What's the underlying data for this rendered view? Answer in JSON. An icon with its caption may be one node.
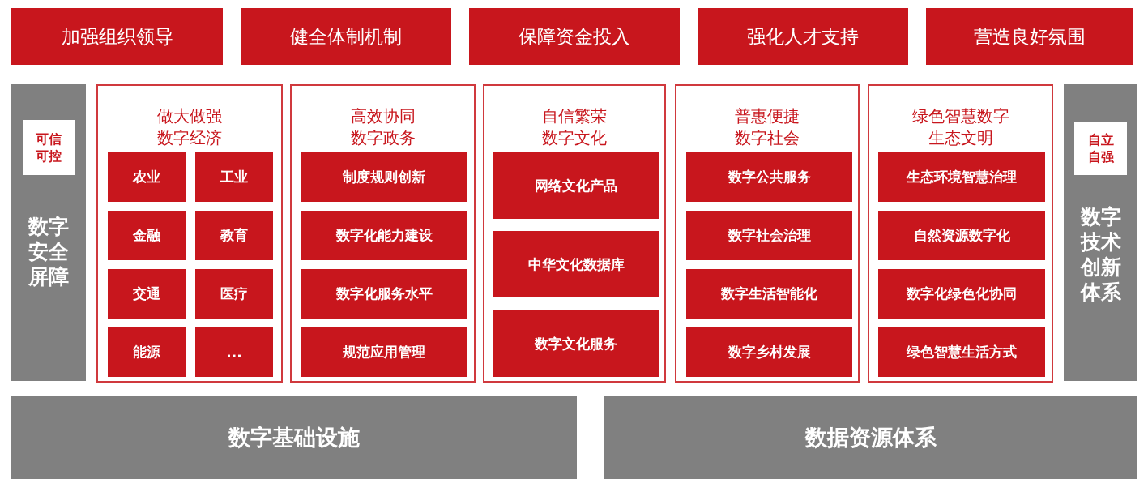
{
  "diagram": {
    "nodes": [
      {
        "text": [
          "加强组织领导"
        ]
      },
      {
        "text": [
          "健全体制机制"
        ]
      },
      {
        "text": [
          "保障资金投入"
        ]
      },
      {
        "text": [
          "强化人才支持"
        ]
      },
      {
        "text": [
          "营造良好氛围"
        ]
      },
      {
        "text": [
          "数字安全屏障"
        ]
      },
      {
        "text": [
          "可信可控"
        ],
        "in": 5
      },
      {
        "text": [
          "做大做强数字经济"
        ]
      },
      {
        "text": [
          "农业"
        ],
        "in": 7
      },
      {
        "text": [
          "工业"
        ],
        "in": 7
      },
      {
        "text": [
          "金融"
        ],
        "in": 7
      },
      {
        "text": [
          "教育"
        ],
        "in": 7
      },
      {
        "text": [
          "交通"
        ],
        "in": 7
      },
      {
        "text": [
          "医疗"
        ],
        "in": 7
      },
      {
        "text": [
          "能源"
        ],
        "in": 7
      },
      {
        "text": [
          "..."
        ],
        "in": 7
      },
      {
        "text": [
          "高效协同数字政务"
        ]
      },
      {
        "text": [
          "制度规则创新"
        ],
        "in": 16
      },
      {
        "text": [
          "数字化能力建设"
        ],
        "in": 16
      },
      {
        "text": [
          "数字化服务水平"
        ],
        "in": 16
      },
      {
        "text": [
          "规范应用管理"
        ],
        "in": 16
      },
      {
        "text": [
          "自信繁荣数字文化"
        ]
      },
      {
        "text": [
          "网络文化产品"
        ],
        "in": 21
      },
      {
        "text": [
          "中华文化数据库"
        ],
        "in": 21
      },
      {
        "text": [
          "数字文化服务"
        ],
        "in": 21
      },
      {
        "text": [
          "普惠便捷数字社会"
        ]
      },
      {
        "text": [
          "数字公共服务"
        ],
        "in": 25
      },
      {
        "text": [
          "数字社会治理"
        ],
        "in": 25
      },
      {
        "text": [
          "数字生活智能化"
        ],
        "in": 25
      },
      {
        "text": [
          "数字乡村发展"
        ],
        "in": 25
      },
      {
        "text": [
          "绿色智慧数字生态文明"
        ]
      },
      {
        "text": [
          "生态环境智慧治理"
        ],
        "in": 30
      },
      {
        "text": [
          "自然资源数字化"
        ],
        "in": 30
      },
      {
        "text": [
          "数字化绿色化协同"
        ],
        "in": 30
      },
      {
        "text": [
          "绿色智慧生活方式"
        ],
        "in": 30
      },
      {
        "text": [
          "数字技术创新体系"
        ]
      },
      {
        "text": [
          "自立自强"
        ],
        "in": 35
      },
      {
        "text": [
          "数字基础设施"
        ]
      },
      {
        "text": [
          "数据资源体系"
        ]
      }
    ]
  }
}
